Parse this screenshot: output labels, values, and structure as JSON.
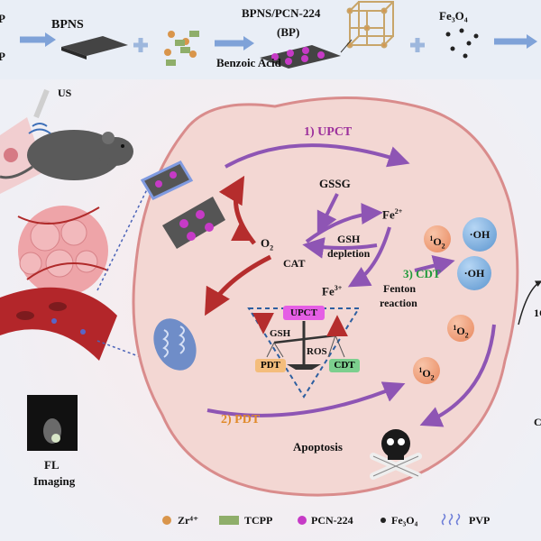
{
  "top_row": {
    "left_cut_1": "P",
    "left_cut_2": "P",
    "bpns": "BPNS",
    "bp_title": "BPNS/PCN-224",
    "bp_abbr": "(BP)",
    "benzoic_acid": "Benzoic Acid",
    "fe3o4": "Fe₃O₄"
  },
  "mouse": {
    "us_label": "US"
  },
  "cell": {
    "upct_path": "1) UPCT",
    "pdt_path": "2) PDT",
    "cdt_path": "3) CDT",
    "gssg": "GSSG",
    "fe2": "Fe",
    "fe2_sup": "2+",
    "fe3": "Fe",
    "fe3_sup": "3+",
    "o2": "O",
    "o2_sub": "2",
    "cat": "CAT",
    "gsh_depletion_1": "GSH",
    "gsh_depletion_2": "depletion",
    "fenton_1": "Fenton",
    "fenton_2": "reaction",
    "apoptosis": "Apoptosis",
    "singlet_oxygen_pre": "1",
    "singlet_oxygen_main": "O",
    "singlet_oxygen_sub": "2",
    "hydroxyl": "·OH"
  },
  "balance": {
    "top": "UPCT",
    "left_weight": "GSH",
    "right_weight": "ROS",
    "left_box": "PDT",
    "right_box": "CDT"
  },
  "imaging": {
    "line1": "FL",
    "line2": "Imaging"
  },
  "right_edge": {
    "cut_1": "1O",
    "cut_2": "C"
  },
  "legend": {
    "zr": "Zr⁴⁺",
    "tcpp": "TCPP",
    "pcn": "PCN-224",
    "fe": "Fe₃O₄",
    "pvp": "PVP"
  },
  "colors": {
    "upct_purple": "#9c2f9c",
    "pdt_orange": "#e08a2a",
    "cdt_green": "#1f9a3a",
    "cell_fill": "#f3d7d3",
    "arrow_purple": "#8e55b4",
    "arrow_red": "#b52d2d"
  }
}
